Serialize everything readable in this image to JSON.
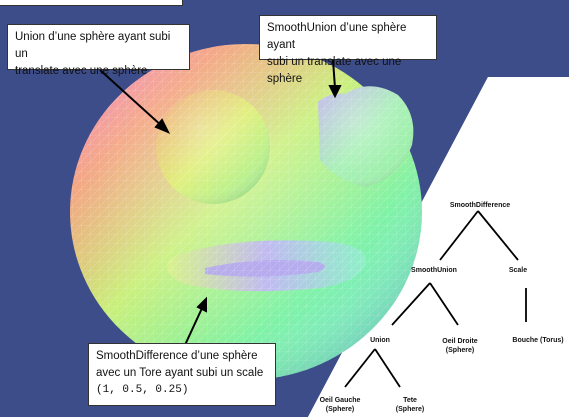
{
  "colors": {
    "viewport_bg": "#3d4d8a",
    "annotation_bg": "#ffffff"
  },
  "callouts": {
    "union": {
      "line1": "Union d’une sphère ayant subi un",
      "line2": "translate avec une sphère"
    },
    "smooth_union": {
      "line1": "SmoothUnion d’une sphère ayant",
      "line2": "subi un translate avec une sphère"
    },
    "smooth_difference": {
      "line1": "SmoothDifference d’une sphère",
      "line2": "avec un Tore ayant subi un scale",
      "line3": "(1, 0.5, 0.25)"
    }
  },
  "tree": {
    "root": "SmoothDifference",
    "smooth_union": "SmoothUnion",
    "scale": "Scale",
    "union": "Union",
    "oeil_droite_1": "Oeil Droite",
    "oeil_droite_2": "(Sphere)",
    "bouche": "Bouche (Torus)",
    "oeil_gauche_1": "Oeil Gauche",
    "oeil_gauche_2": "(Sphere)",
    "tete_1": "Tete",
    "tete_2": "(Sphere)"
  }
}
